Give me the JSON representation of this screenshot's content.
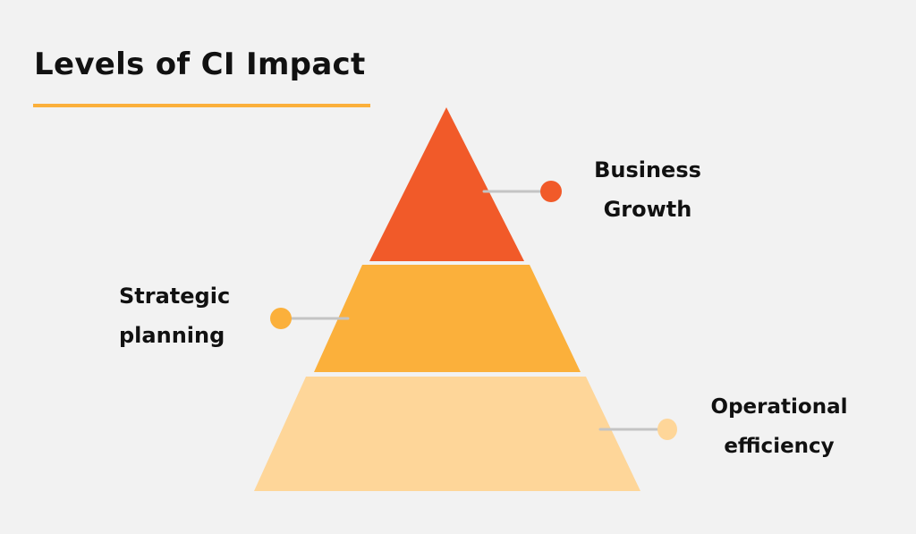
{
  "title": "Levels of CI Impact",
  "colors": {
    "background": "#f2f2f2",
    "accent_underline": "#fbb03b",
    "connector": "#c4c4c4",
    "tier_top": "#f15a29",
    "tier_middle": "#fbb03b",
    "tier_bottom": "#fed699"
  },
  "pyramid": {
    "tiers": [
      {
        "level": "top",
        "label_line1": "Business",
        "label_line2": "Growth",
        "color": "#f15a29"
      },
      {
        "level": "middle",
        "label_line1": "Strategic",
        "label_line2": "planning",
        "color": "#fbb03b"
      },
      {
        "level": "bottom",
        "label_line1": "Operational",
        "label_line2": "efficiency",
        "color": "#fed699"
      }
    ]
  }
}
